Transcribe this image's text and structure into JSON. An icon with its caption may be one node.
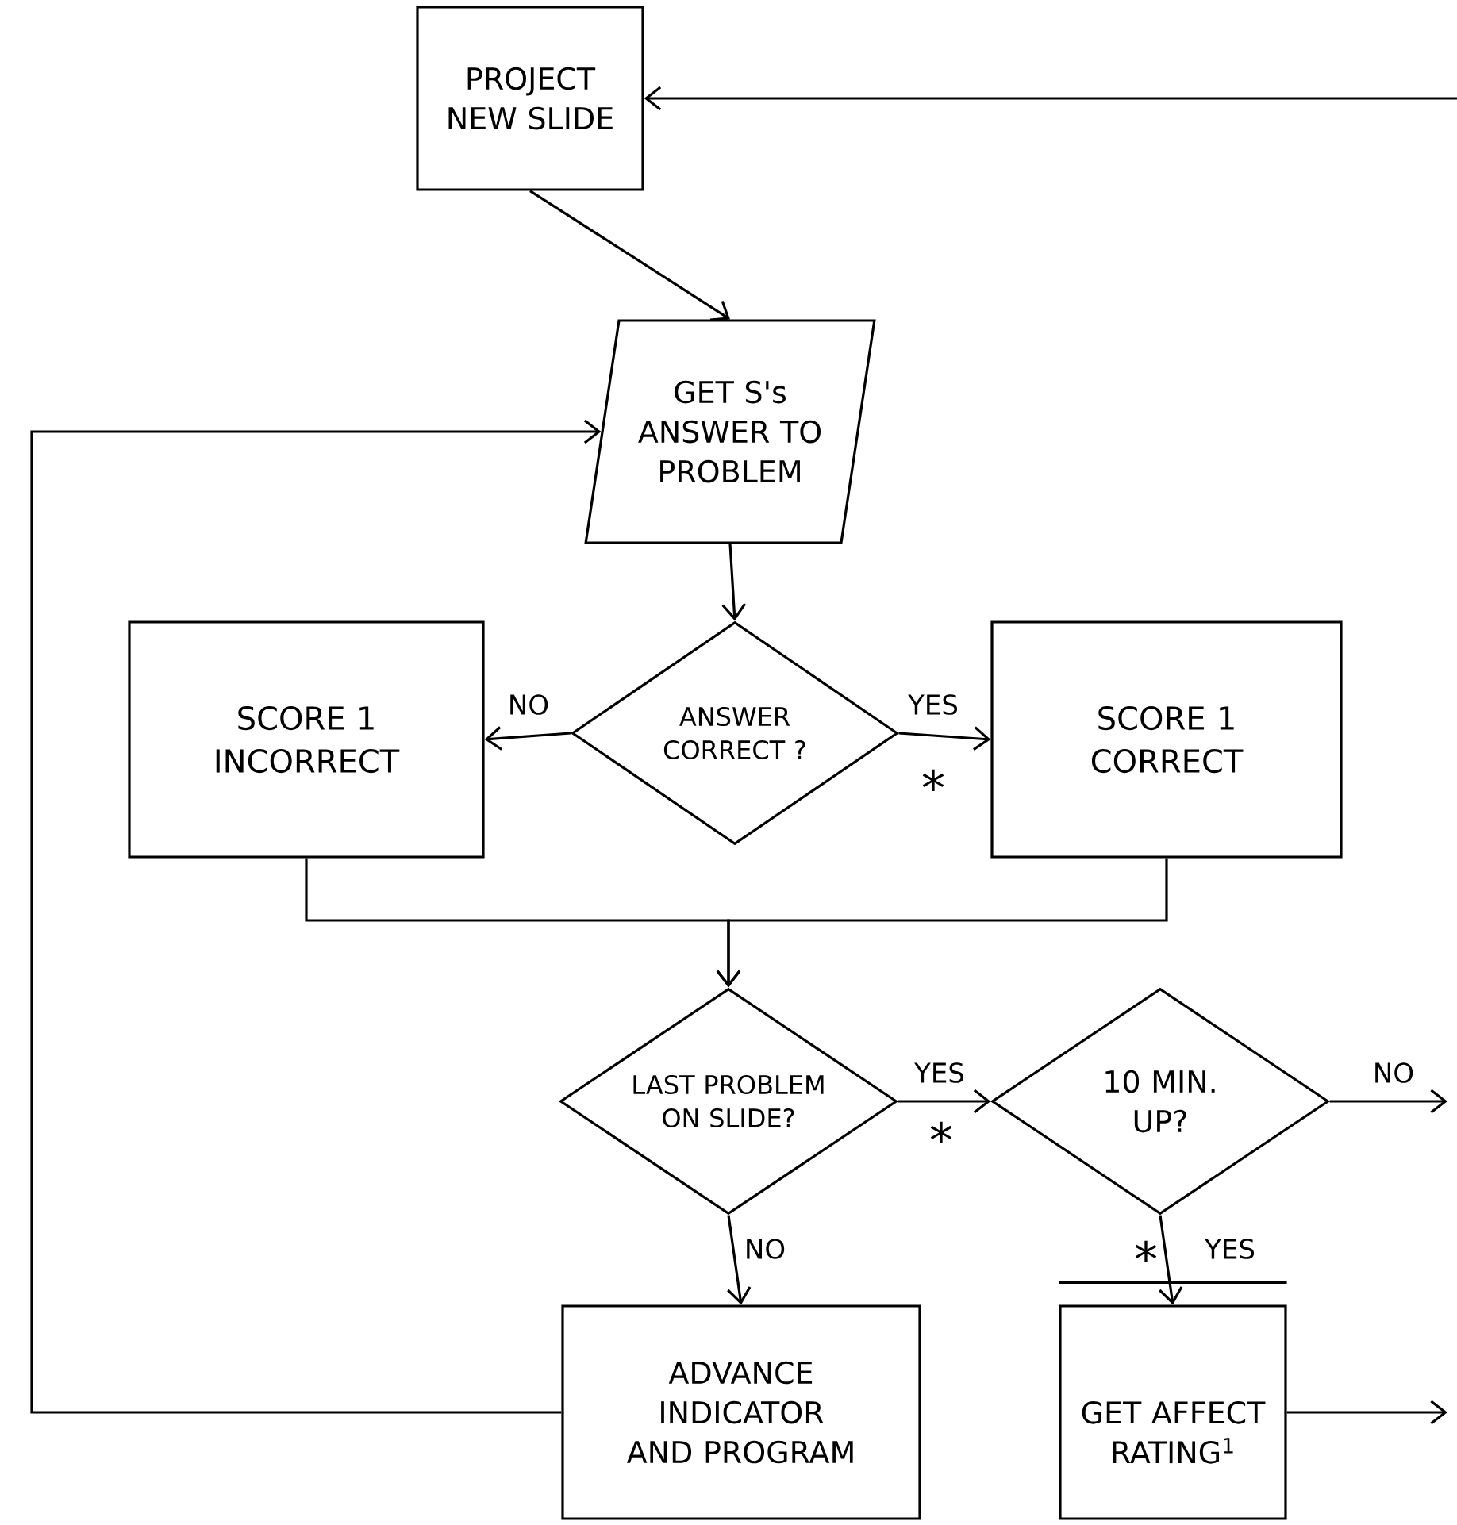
{
  "diagram": {
    "nodes": [
      {
        "text": [
          "PROJECT NEW SLIDE"
        ]
      },
      {
        "text": [
          "GET S's ANSWER TO PROBLEM"
        ]
      },
      {
        "text": [
          "SCORE 1 INCORRECT"
        ]
      },
      {
        "text": [
          "ANSWER CORRECT ?"
        ]
      },
      {
        "text": [
          "SCORE 1 CORRECT"
        ]
      },
      {
        "text": [
          "LAST PROBLEM ON SLIDE?"
        ]
      },
      {
        "text": [
          "10 MIN. UP?"
        ]
      },
      {
        "text": [
          "ADVANCE INDICATOR AND PROGRAM"
        ]
      },
      {
        "text": [
          "GET AFFECT RATING$^{1}$"
        ]
      }
    ],
    "edges": [
      {
        "from": null,
        "to": 0,
        "arrow": "to"
      },
      {
        "from": 0,
        "to": 1,
        "arrow": "to"
      },
      {
        "from": 7,
        "to": 1,
        "arrow": "to"
      },
      {
        "from": 1,
        "to": 3,
        "arrow": "to"
      },
      {
        "from": 3,
        "to": 2,
        "arrow": "to",
        "label": "NO"
      },
      {
        "from": 3,
        "to": 4,
        "arrow": "to",
        "label": "YES"
      },
      {
        "from": 2,
        "to": 5,
        "arrow": "to"
      },
      {
        "from": 4,
        "to": 5,
        "arrow": "to"
      },
      {
        "from": 5,
        "to": 6,
        "arrow": "to",
        "label": "YES"
      },
      {
        "from": 5,
        "to": 7,
        "arrow": "to",
        "label": "NO"
      },
      {
        "from": 6,
        "to": null,
        "arrow": "to",
        "label": "NO"
      },
      {
        "from": 6,
        "to": 8,
        "arrow": "to",
        "label": "YES"
      },
      {
        "from": 8,
        "to": null,
        "arrow": "to"
      }
    ],
    "labels": [
      "*",
      "*",
      "*"
    ]
  }
}
